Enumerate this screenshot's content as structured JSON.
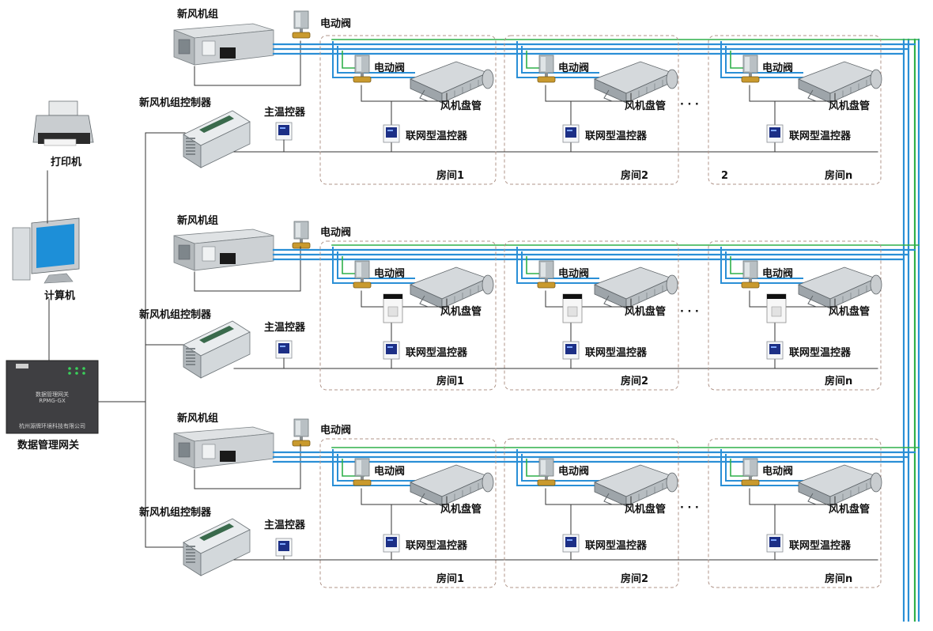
{
  "colors": {
    "pipe_blue": "#2a8fd6",
    "pipe_green": "#2fb04a",
    "wire": "#333333",
    "room_border": "#b0958a"
  },
  "left": {
    "printer_label": "打印机",
    "computer_label": "计算机",
    "gateway_label": "数据管理网关",
    "gateway_face_title": "数据管理网关",
    "gateway_face_model": "RPMG-GX",
    "gateway_face_company": "杭州源牌环境科技有限公司"
  },
  "rows": [
    {
      "ahu_label": "新风机组",
      "valve_label": "电动阀",
      "controller_label": "新风机组控制器",
      "master_label": "主温控器",
      "extra_text": "2",
      "rooms": [
        {
          "valve": "电动阀",
          "coil": "风机盘管",
          "thermostat": "联网型温控器",
          "name": "房间1"
        },
        {
          "valve": "电动阀",
          "coil": "风机盘管",
          "thermostat": "联网型温控器",
          "name": "房间2"
        },
        {
          "valve": "电动阀",
          "coil": "风机盘管",
          "thermostat": "联网型温控器",
          "name": "房间n"
        }
      ]
    },
    {
      "ahu_label": "新风机组",
      "valve_label": "电动阀",
      "controller_label": "新风机组控制器",
      "master_label": "主温控器",
      "extra_text": "",
      "rooms": [
        {
          "valve": "电动阀",
          "coil": "风机盘管",
          "thermostat": "联网型温控器",
          "name": "房间1"
        },
        {
          "valve": "电动阀",
          "coil": "风机盘管",
          "thermostat": "联网型温控器",
          "name": "房间2"
        },
        {
          "valve": "电动阀",
          "coil": "风机盘管",
          "thermostat": "联网型温控器",
          "name": "房间n"
        }
      ]
    },
    {
      "ahu_label": "新风机组",
      "valve_label": "电动阀",
      "controller_label": "新风机组控制器",
      "master_label": "主温控器",
      "extra_text": "",
      "rooms": [
        {
          "valve": "电动阀",
          "coil": "风机盘管",
          "thermostat": "联网型温控器",
          "name": "房间1"
        },
        {
          "valve": "电动阀",
          "coil": "风机盘管",
          "thermostat": "联网型温控器",
          "name": "房间2"
        },
        {
          "valve": "电动阀",
          "coil": "风机盘管",
          "thermostat": "联网型温控器",
          "name": "房间n"
        }
      ]
    }
  ],
  "ellipsis": "· · ·"
}
